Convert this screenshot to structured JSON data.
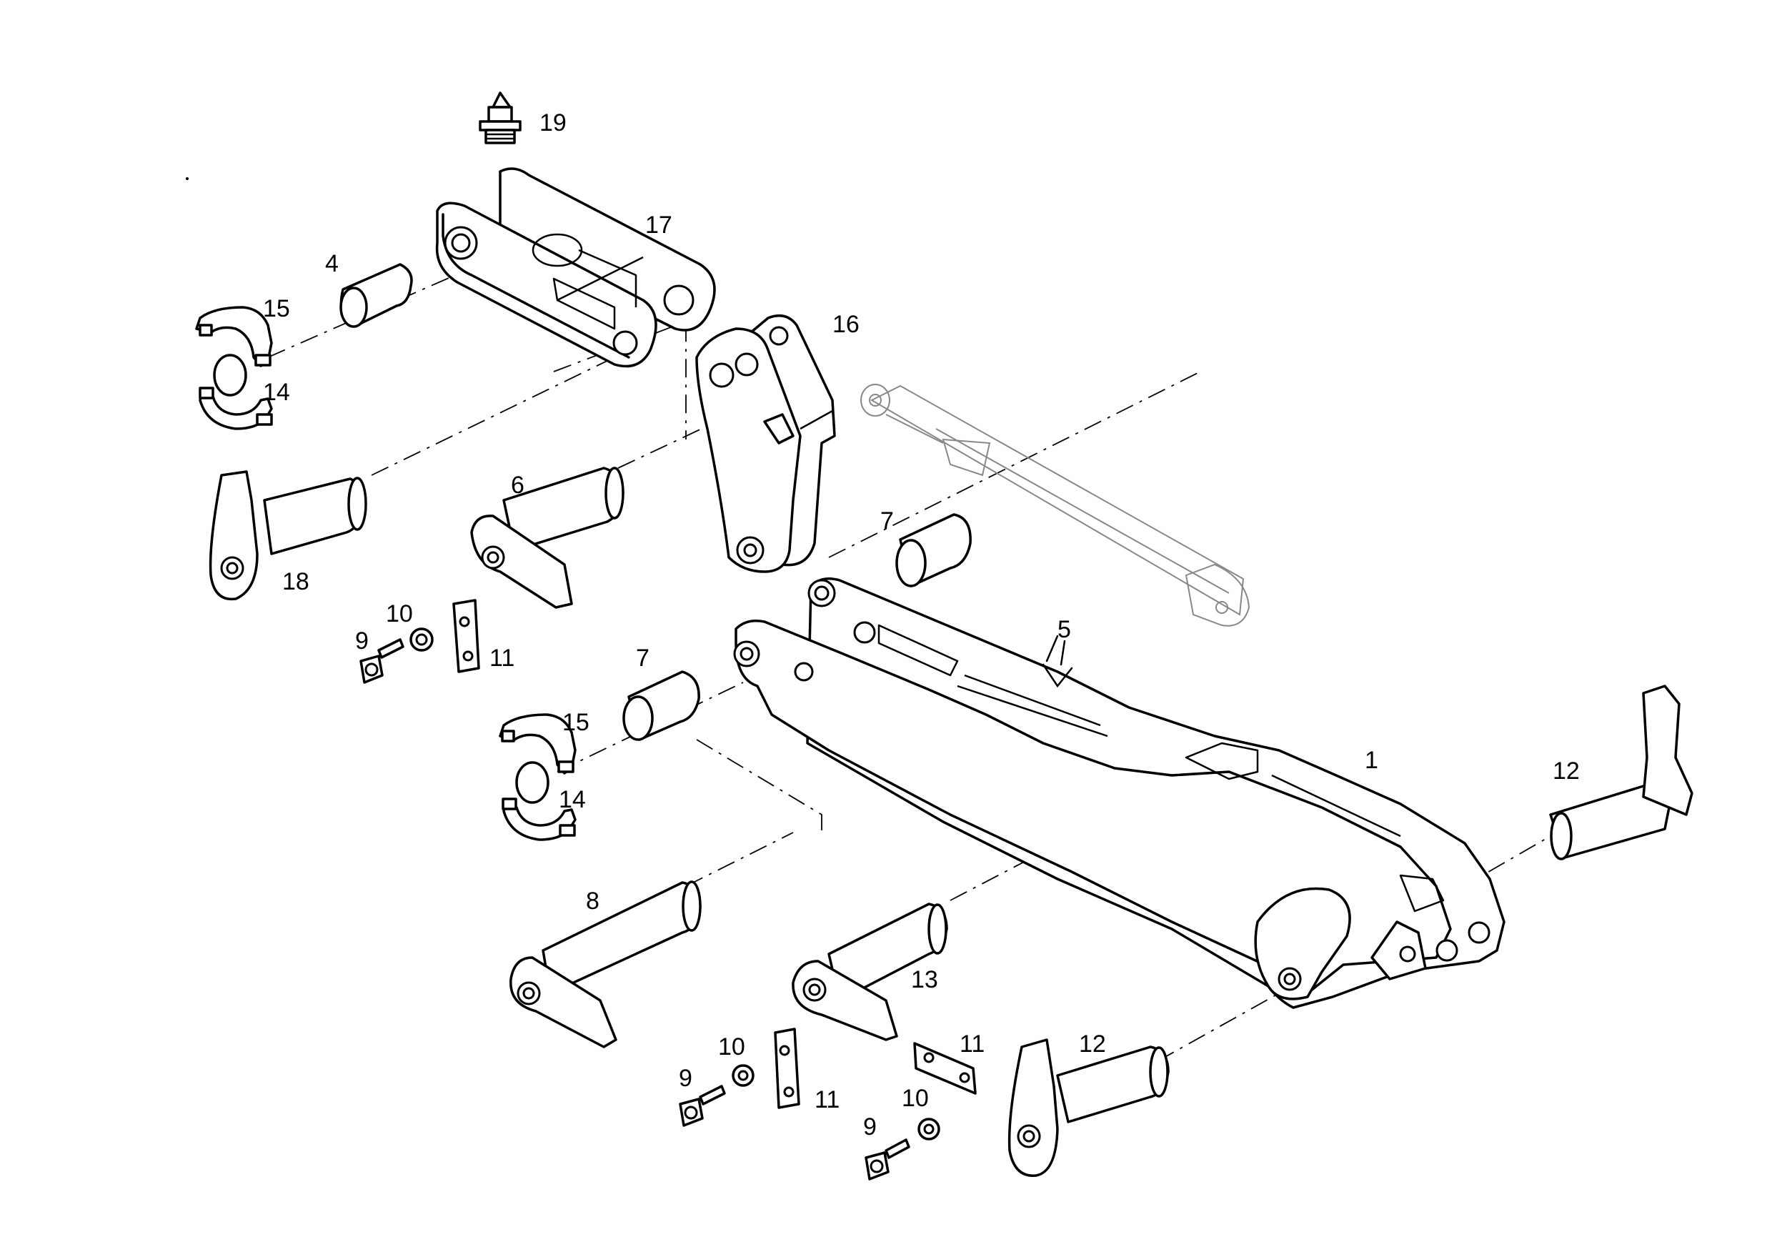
{
  "callouts": {
    "c1": "1",
    "c4": "4",
    "c5": "5",
    "c6": "6",
    "c7a": "7",
    "c7b": "7",
    "c8": "8",
    "c9a": "9",
    "c9b": "9",
    "c9c": "9",
    "c10a": "10",
    "c10b": "10",
    "c10c": "10",
    "c11a": "11",
    "c11b": "11",
    "c11c": "11",
    "c12a": "12",
    "c12b": "12",
    "c13": "13",
    "c14a": "14",
    "c14b": "14",
    "c15a": "15",
    "c15b": "15",
    "c16": "16",
    "c17": "17",
    "c18": "18",
    "c19": "19"
  }
}
